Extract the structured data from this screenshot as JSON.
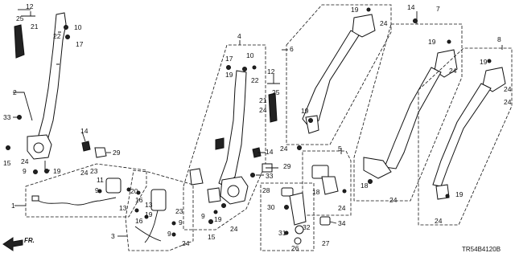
{
  "figure_code": "TR54B4120B",
  "direction_label": "FR.",
  "callouts": {
    "c1": "1",
    "c2": "2",
    "c3": "3",
    "c4": "4",
    "c5": "5",
    "c6": "6",
    "c7": "7",
    "c8": "8",
    "c9": "9",
    "c10": "10",
    "c11": "11",
    "c12": "12",
    "c13": "13",
    "c14": "14",
    "c15": "15",
    "c16": "16",
    "c17": "17",
    "c18": "18",
    "c19": "19",
    "c20": "20",
    "c21": "21",
    "c22": "22",
    "c23": "23",
    "c24": "24",
    "c25": "25",
    "c26": "26",
    "c27": "27",
    "c28": "28",
    "c29": "29",
    "c30": "30",
    "c31": "31",
    "c32": "32",
    "c33": "33",
    "c34": "34"
  }
}
